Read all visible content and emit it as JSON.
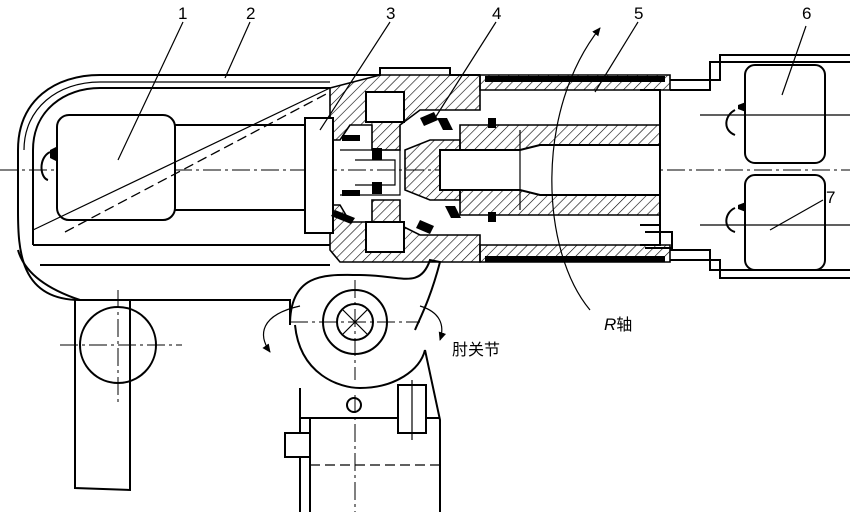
{
  "diagram": {
    "part_numbers": [
      "1",
      "2",
      "3",
      "4",
      "5",
      "6",
      "7"
    ],
    "annotations": {
      "elbow_joint": "肘关节",
      "r_axis_letter": "R",
      "r_axis_word": "轴"
    }
  }
}
